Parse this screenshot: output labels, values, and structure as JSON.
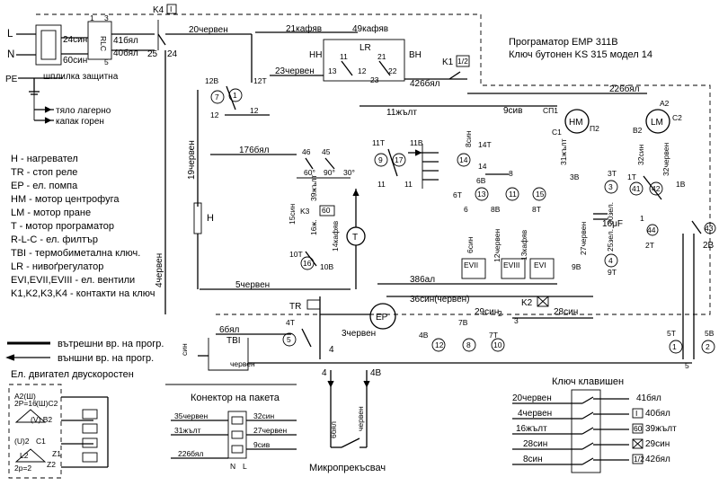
{
  "header": {
    "line1": "Програматор EMP 311B",
    "line2": "Ключ бутонен KS 315 модел 14"
  },
  "power": {
    "L": "L",
    "N": "N",
    "PE": "PE",
    "w24": "24син",
    "w60": "60син",
    "w41": "41бял",
    "w40": "40бял",
    "n25": "25",
    "n24": "24",
    "n1": "1",
    "n3": "3",
    "n5": "5",
    "rlc": "RLC"
  },
  "ground": {
    "g1": "шплилка защитна",
    "g2": "тяло лагерно",
    "g3": "капак горен"
  },
  "legend": [
    "H - нагревател",
    "TR - стоп реле",
    "EP - ел. помпа",
    "HM - мотор центрофуга",
    "LM - мотор пране",
    "T - мотор програматор",
    "R-L-C - ел. филтър",
    "TBI - термобиметална ключ.",
    "LR - нивоґрегулатор",
    "EVI,EVII,EVIII - ел. вентили",
    "K1,K2,K3,K4 - контакти на ключ"
  ],
  "wire_legend": {
    "internal": "вътрешни вр. на прогр.",
    "external": "външни вр. на прогр."
  },
  "motor_box": {
    "title": "Ел. двигател двускоростен",
    "a2": "A2(Ш)",
    "c2": "(Ш)C2",
    "b2": "(V) B2",
    "zp16": "2P=16",
    "zp2": "2p=2",
    "u2": "(U)2",
    "c1": "C1",
    "l2": "L2",
    "z2": "Z2",
    "z1": "Z1"
  },
  "connector": {
    "title": "Конектор на пакета",
    "left": [
      "35червен",
      "31жълт",
      "226бял"
    ],
    "right": [
      "32син",
      "27червен",
      "9сив"
    ],
    "n": "N",
    "l": "L"
  },
  "micro": {
    "title": "Микропрекъсвач",
    "a": "4",
    "b": "4B",
    "w1": "6бял",
    "w2": "червен"
  },
  "keyswitch": {
    "title": "Ключ клавишен",
    "left": [
      "20червен",
      "4червен",
      "16жълт",
      "28син",
      "8син"
    ],
    "right": [
      "41бял",
      "40бял",
      "39жълт",
      "29син",
      "42бял"
    ],
    "icons": [
      "I",
      "60",
      "ok",
      "1/2"
    ]
  },
  "wires": {
    "k4": "K4",
    "k4box": "I",
    "w20": "20червен",
    "w21": "21кафяв",
    "w49": "49кафяв",
    "lr": "LR",
    "hh": "HH",
    "bh": "BH",
    "n13": "13",
    "n12": "12",
    "n11": "11",
    "n21": "21",
    "n22": "22",
    "n23": "23",
    "w23": "23червен",
    "w426": "426бял",
    "k1": "K1",
    "k1box": "1/2",
    "w226": "226бял",
    "w11": "11жълт",
    "w9": "9сив",
    "w8": "8син",
    "w19": "19червен",
    "w176": "176бял",
    "w4": "4червен",
    "w5": "5червен",
    "w386": "386ал",
    "w36": "36син(червен)",
    "w29": "29син",
    "w28": "28син",
    "w6": "6бял",
    "w3": "3червен",
    "w15": "15син",
    "w39": "39жълт",
    "w16": "16ж.",
    "w14": "14кафяв",
    "w6b": "6син",
    "w12": "12червен",
    "w13": "13кафяв",
    "w31": "31жълт",
    "w30": "30зел.",
    "w25": "25зел.",
    "w27": "27червен",
    "w32": "32син",
    "w32c": "32червен",
    "ci": "син",
    "cv": "червен"
  },
  "components": {
    "H": "H",
    "T": "T",
    "TR": "TR",
    "EP": "EP",
    "HM": "HM",
    "LM": "LM",
    "TBI": "TBI",
    "EVI": "EVI",
    "EVII": "EVII",
    "EVIII": "EVIII",
    "K2": "K2",
    "K3": "K3",
    "K3box": "60",
    "cap": "16μF",
    "sp1": "СП1",
    "p2": "П2",
    "c1": "C1",
    "a2": "A2",
    "b2": "B2",
    "c2": "C2"
  },
  "contacts": {
    "c12b": "12B",
    "c12t": "12T",
    "c12": "12",
    "c7": "7",
    "c1": "1",
    "c11t": "11T",
    "c11b": "11B",
    "c9": "9",
    "c17": "17",
    "c11": "11",
    "c46": "46",
    "c45": "45",
    "c60": "60°",
    "c90": "90°",
    "c30": "30°",
    "c14t": "14T",
    "c14": "14",
    "c6b": "6B",
    "c8": "8",
    "c6t": "6T",
    "c13": "13",
    "c6": "6",
    "c8b": "8B",
    "c8t": "8T",
    "c15": "15",
    "c10t": "10T",
    "c16": "16",
    "c10b": "10B",
    "c4t": "4T",
    "c5": "5",
    "c4": "4",
    "c4b": "4B",
    "c7b": "7B",
    "c7t": "7T",
    "c2": "2",
    "c3": "3",
    "c10": "10",
    "c3b": "3B",
    "c3t": "3T",
    "c9b": "9B",
    "c9t": "9T",
    "c1t": "1T",
    "c1b": "1B",
    "c41": "41",
    "c42": "42",
    "c2t": "2T",
    "c2b": "2B",
    "c44": "44",
    "c43": "43",
    "c5t": "5T",
    "c5b": "5B",
    "c1n": "1"
  }
}
